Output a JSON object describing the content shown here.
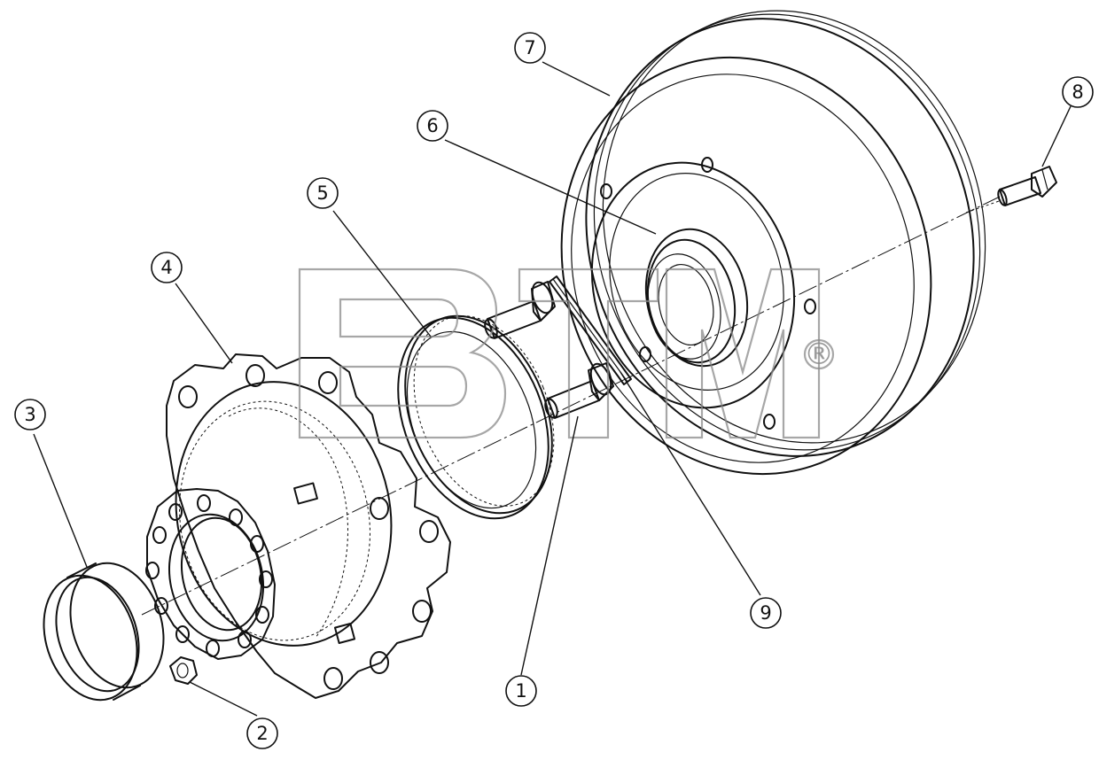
{
  "diagram": {
    "callouts": [
      "1",
      "2",
      "3",
      "4",
      "5",
      "6",
      "7",
      "8",
      "9"
    ],
    "watermark": {
      "text": "BTM",
      "registered_mark": "®"
    }
  }
}
